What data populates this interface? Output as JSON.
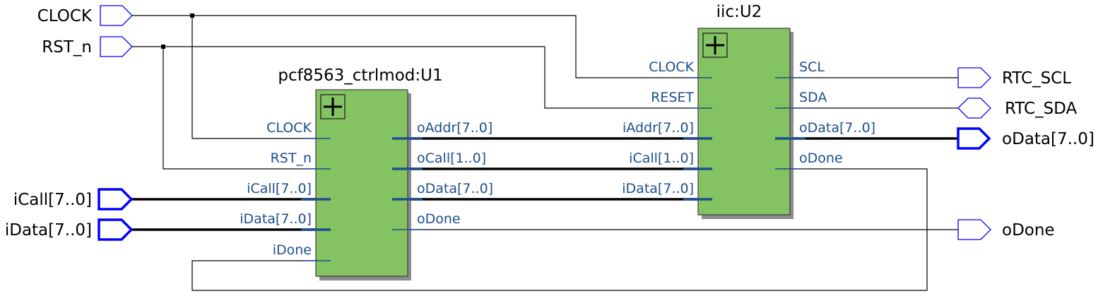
{
  "input_ports": {
    "clock": "CLOCK",
    "rst_n": "RST_n",
    "icall": "iCall[7..0]",
    "idata": "iData[7..0]"
  },
  "output_ports": {
    "rtc_scl": "RTC_SCL",
    "rtc_sda": "RTC_SDA",
    "odata": "oData[7..0]",
    "odone": "oDone"
  },
  "block_u1": {
    "title": "pcf8563_ctrlmod:U1",
    "inputs": [
      "CLOCK",
      "RST_n",
      "iCall[7..0]",
      "iData[7..0]",
      "iDone"
    ],
    "outputs": [
      "oAddr[7..0]",
      "oCall[1..0]",
      "oData[7..0]",
      "oDone"
    ]
  },
  "block_u2": {
    "title": "iic:U2",
    "inputs": [
      "CLOCK",
      "RESET",
      "iAddr[7..0]",
      "iCall[1..0]",
      "iData[7..0]"
    ],
    "outputs": [
      "SCL",
      "SDA",
      "oData[7..0]",
      "oDone"
    ]
  },
  "colors": {
    "block_fill": "#84c262",
    "pin_label": "#1f4e8c",
    "port_outline": "#0000ff",
    "wire": "#000000"
  },
  "icons": {
    "expand": "plus-icon"
  }
}
